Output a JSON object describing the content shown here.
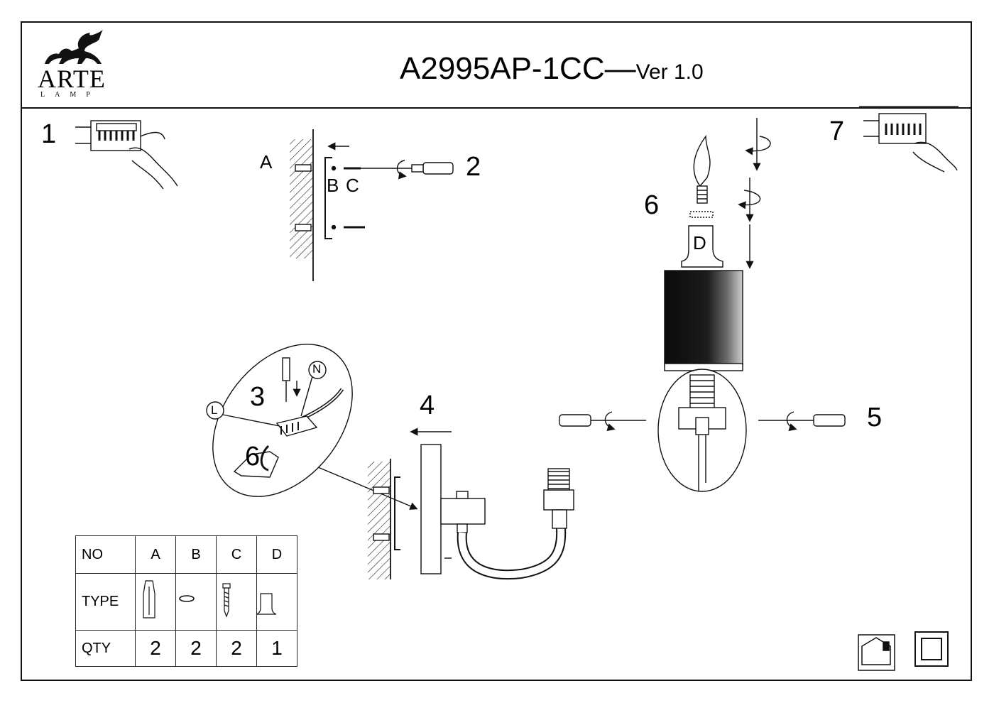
{
  "header": {
    "logo_text": "ARTE",
    "logo_sub": "LAMP",
    "model": "A2995AP-1CC",
    "dash": "—",
    "version": "Ver 1.0"
  },
  "steps": {
    "s1": "1",
    "s2": "2",
    "s3": "3",
    "s4": "4",
    "s5": "5",
    "s6_bulb": "6",
    "s6_wire": "6",
    "s7": "7"
  },
  "labels": {
    "A": "A",
    "B": "B",
    "C": "C",
    "D": "D",
    "N": "N",
    "L": "L"
  },
  "parts_table": {
    "row_no": "NO",
    "row_type": "TYPE",
    "row_qty": "QTY",
    "columns": [
      "A",
      "B",
      "C",
      "D"
    ],
    "qty": [
      "2",
      "2",
      "2",
      "1"
    ],
    "type_icons": [
      "wall-anchor-icon",
      "washer-icon",
      "screw-icon",
      "cap-icon"
    ]
  },
  "icons": [
    "indoor-use-icon",
    "class-ii-insulation-icon"
  ]
}
